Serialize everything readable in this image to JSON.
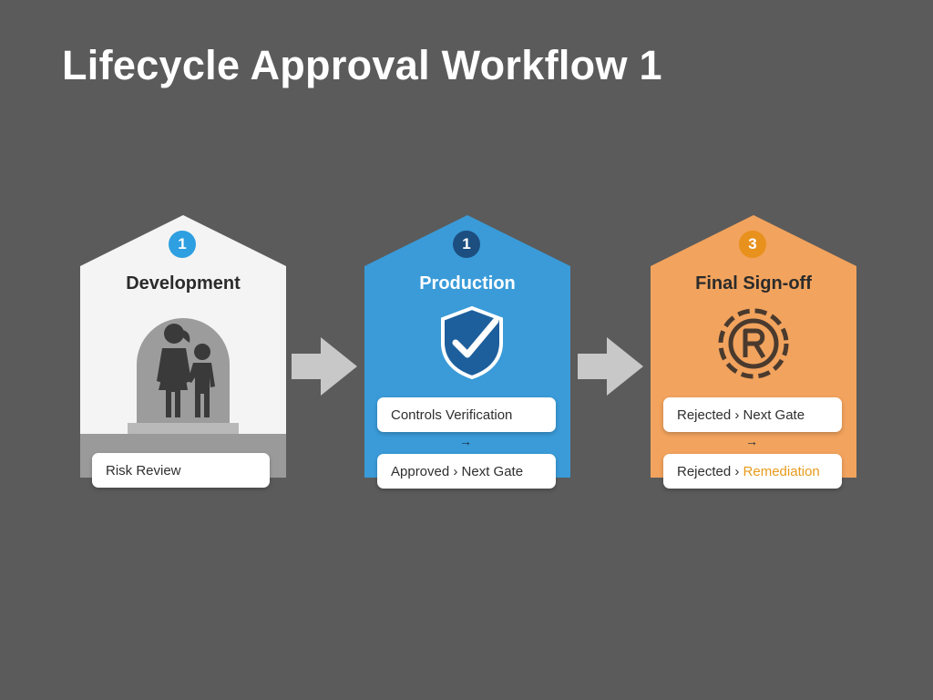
{
  "title": "Lifecycle Approval Workflow 1",
  "colors": {
    "background": "#5b5b5b",
    "development": "#f4f4f4",
    "production": "#3a9bd8",
    "final": "#f2a35d",
    "arrow": "#c8c8c8",
    "remediation_text": "#e89a1c"
  },
  "stages": [
    {
      "number": "1",
      "label": "Development",
      "icon": "family-illustration-icon",
      "items": [
        "Risk Review"
      ]
    },
    {
      "number": "1",
      "label": "Production",
      "icon": "shield-check-icon",
      "items": [
        "Controls Verification",
        "Approved › Next Gate"
      ],
      "connector": "→"
    },
    {
      "number": "3",
      "label": "Final Sign-off",
      "icon": "registered-seal-icon",
      "items": [
        "Rejected › Next Gate"
      ],
      "connector": "→",
      "last_item": {
        "prefix": "Rejected ›",
        "highlight": "Remediation"
      }
    }
  ]
}
